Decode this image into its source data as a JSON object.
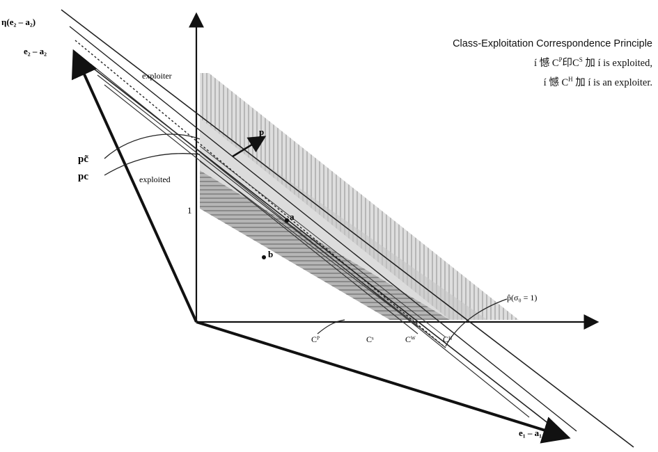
{
  "heading": {
    "title": "Class-Exploitation Correspondence Principle",
    "line1": {
      "pre": "í 憾 C",
      "sup1": "P",
      "mid": "印C",
      "sup2": "S",
      "post": " 加 í  is exploited,"
    },
    "line2": {
      "pre": "í 憾 C",
      "sup1": "H",
      "post": " 加 í  is an exploiter."
    }
  },
  "labels": {
    "y_axis_vector": "η(e₂ – a₂)",
    "e2_a2": "e₂ – a₂",
    "e1_a1": "e₁ – a₁",
    "exploiter": "exploiter",
    "exploited": "exploited",
    "one": "1",
    "pc_tilde": "pc̃",
    "pc_under": "pc",
    "p_vector": "p",
    "a_point": "a",
    "b_point": "b",
    "p_hat": "p̂(σ₀ = 1)",
    "c_p": "Cᴾ",
    "c_s": "Cˢ",
    "c_w": "Cᵂ",
    "c_h": "Cᴴ"
  },
  "colors": {
    "axis": "#111111",
    "light_band": "#d6d6d6",
    "dark_band": "#9a9a9a",
    "line": "#222222"
  }
}
